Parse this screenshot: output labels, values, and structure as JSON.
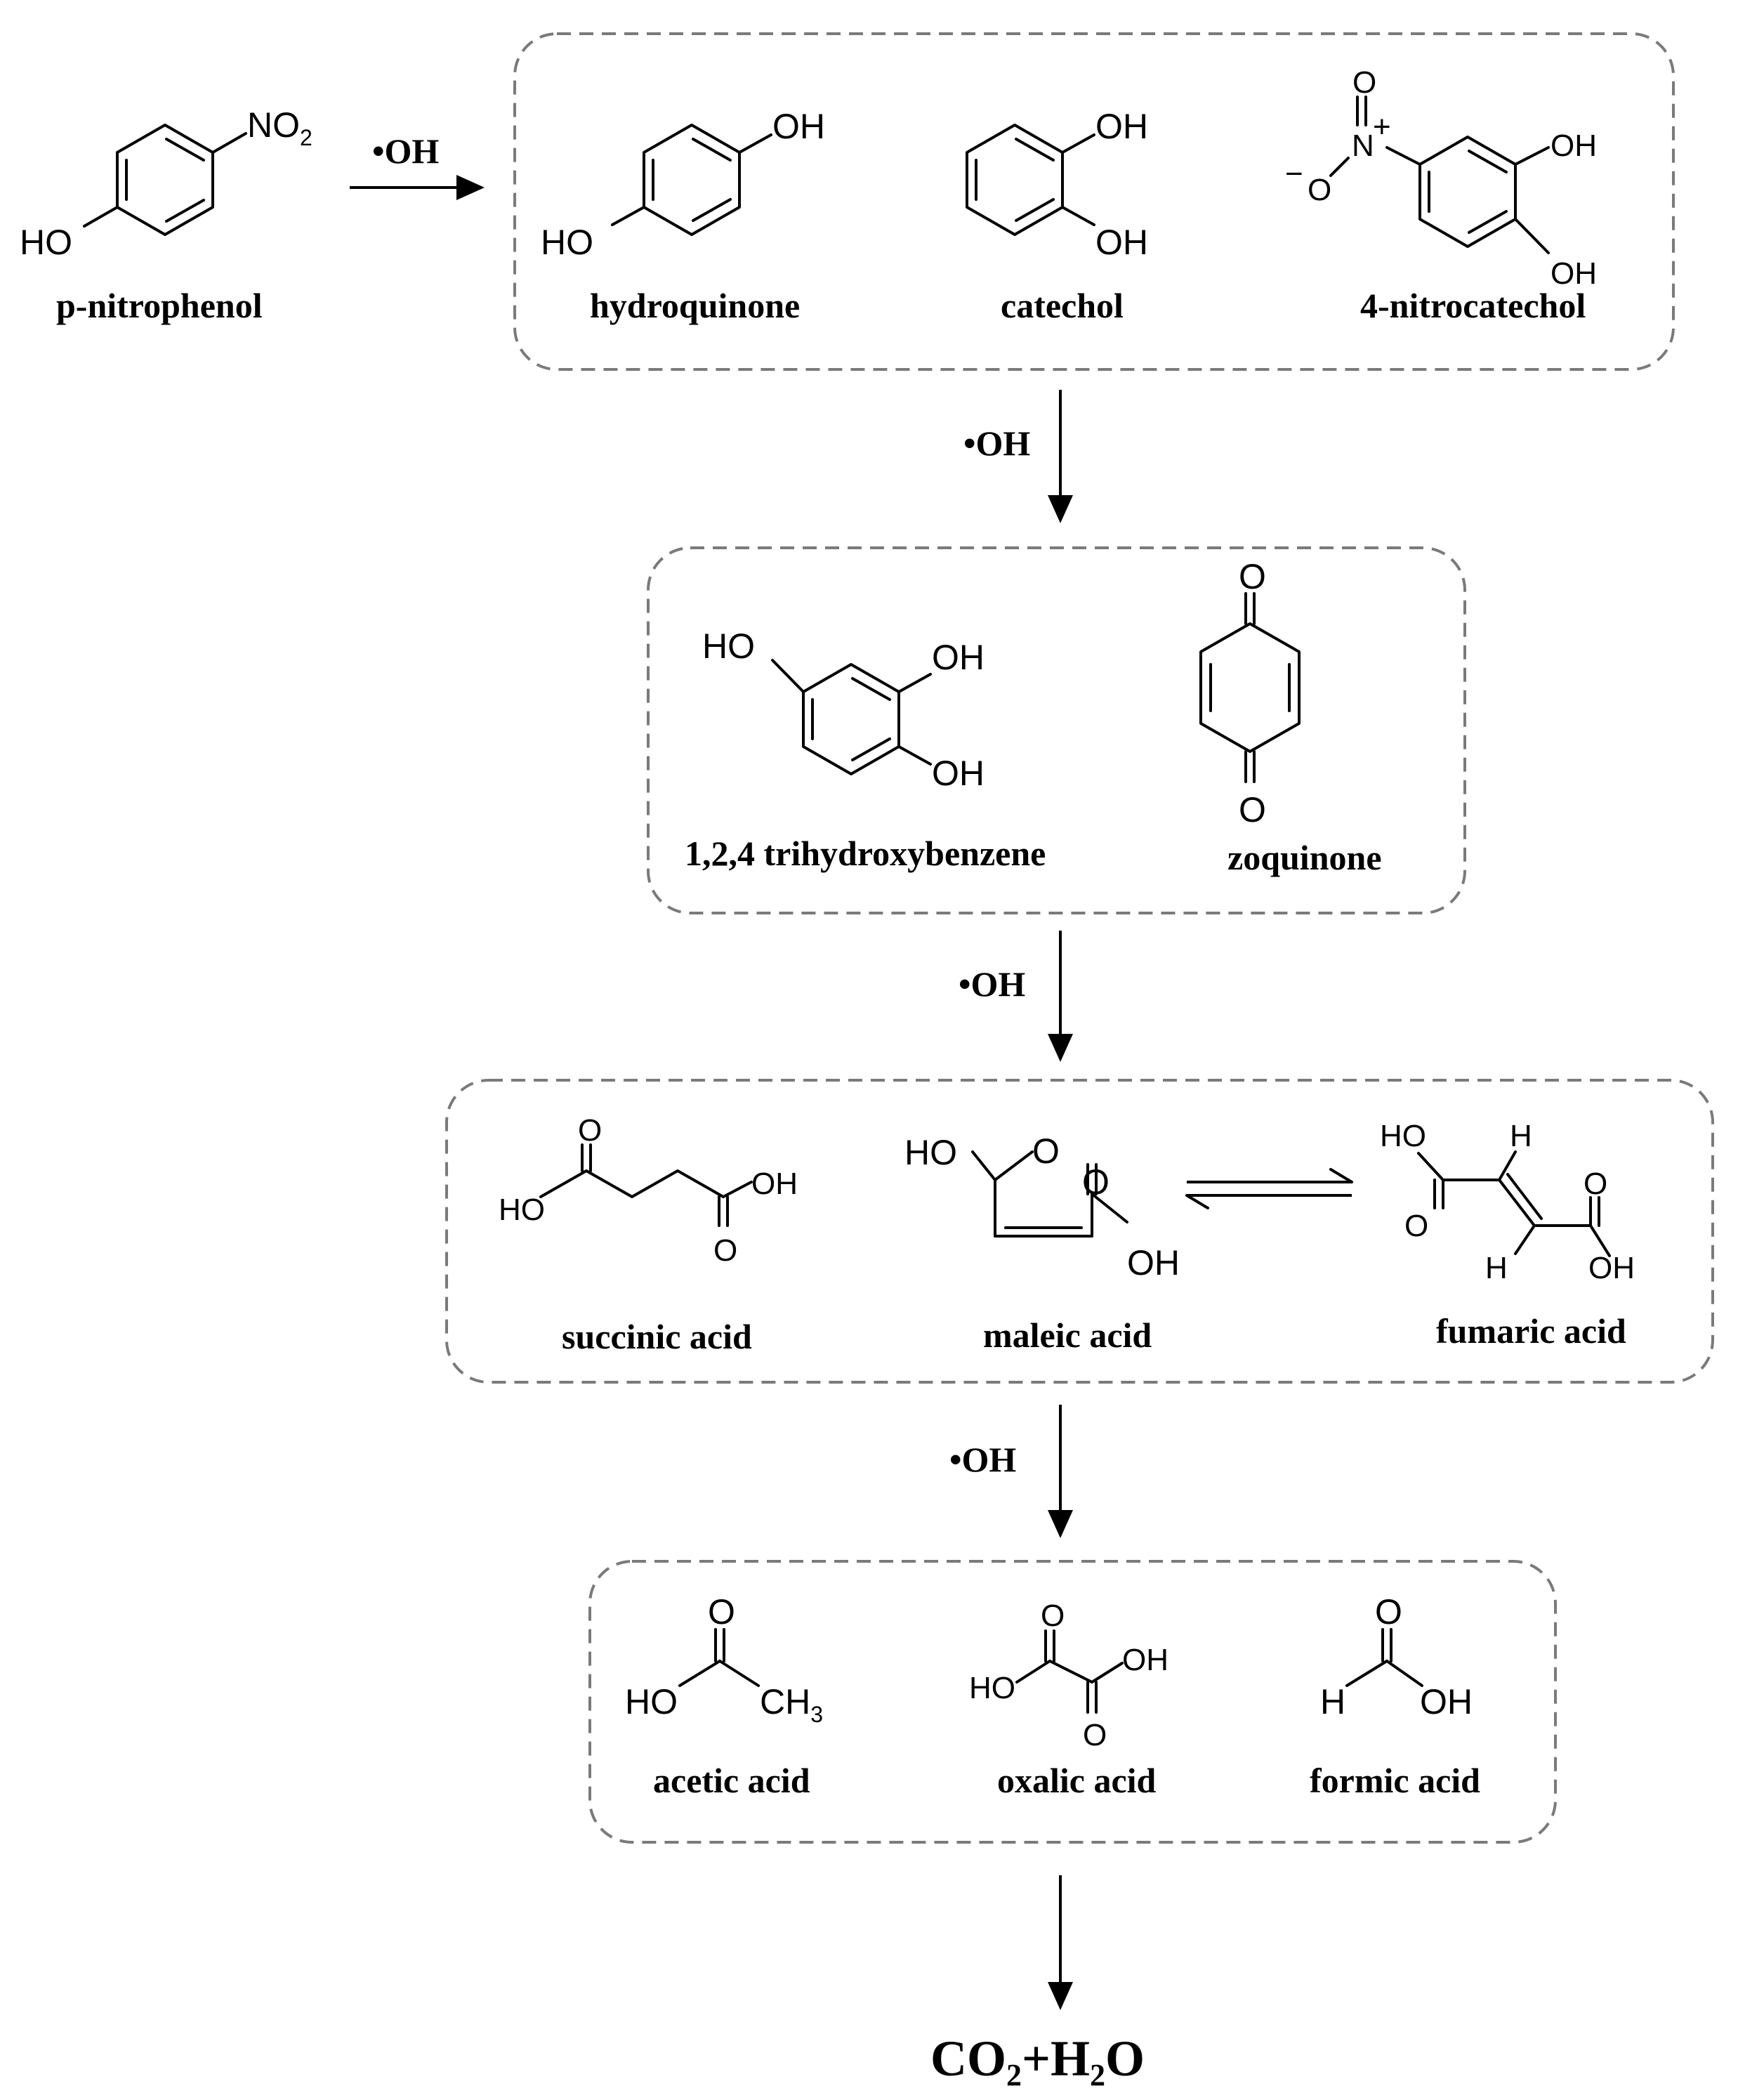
{
  "reagent": "•OH",
  "start": {
    "name": "p-nitrophenol",
    "ho": "HO",
    "no2": "NO",
    "no2_sub": "2"
  },
  "stage1": {
    "hydroquinone": {
      "name": "hydroquinone",
      "oh": "OH",
      "ho": "HO"
    },
    "catechol": {
      "name": "catechol",
      "oh1": "OH",
      "oh2": "OH"
    },
    "nitrocatechol": {
      "name": "4-nitrocatechol",
      "o_top": "O",
      "n": "N",
      "n_charge": "+",
      "o_minus": "O",
      "minus": "−",
      "oh1": "OH",
      "oh2": "OH"
    }
  },
  "stage2": {
    "trihydroxybenzene": {
      "name": "1,2,4 trihydroxybenzene",
      "ho": "HO",
      "oh1": "OH",
      "oh2": "OH"
    },
    "zoquinone": {
      "name": "zoquinone",
      "o_top": "O",
      "o_bottom": "O"
    }
  },
  "stage3": {
    "succinic": {
      "name": "succinic acid",
      "ho": "HO",
      "o1": "O",
      "oh": "OH",
      "o2": "O"
    },
    "maleic": {
      "name": "maleic acid",
      "ho": "HO",
      "o1": "O",
      "o2": "O",
      "oh": "OH"
    },
    "fumaric": {
      "name": "fumaric acid",
      "ho": "HO",
      "h1": "H",
      "o1": "O",
      "o2": "O",
      "h2": "H",
      "oh": "OH"
    }
  },
  "stage4": {
    "acetic": {
      "name": "acetic acid",
      "o": "O",
      "ho": "HO",
      "ch3": "CH",
      "ch3_sub": "3"
    },
    "oxalic": {
      "name": "oxalic acid",
      "o1": "O",
      "ho": "HO",
      "oh": "OH",
      "o2": "O"
    },
    "formic": {
      "name": "formic acid",
      "o": "O",
      "h": "H",
      "oh": "OH"
    }
  },
  "final": {
    "co": "CO",
    "co_sub": "2",
    "plus_h": "+H",
    "h_sub": "2",
    "o": "O"
  }
}
